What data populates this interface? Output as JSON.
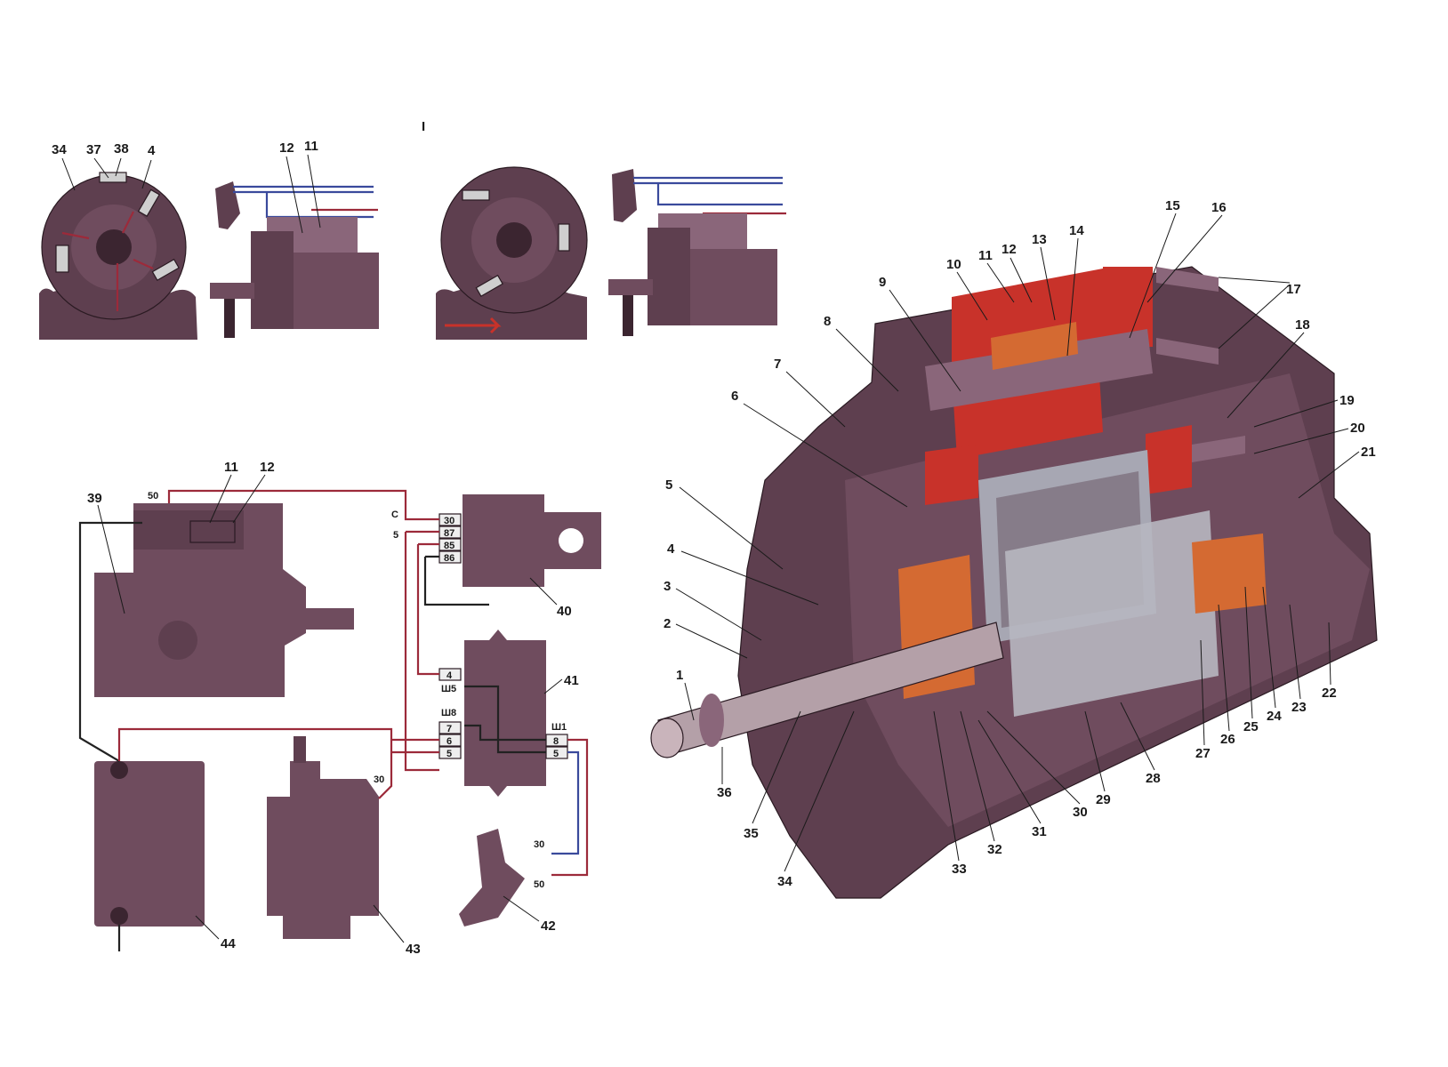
{
  "figure_mark": "I",
  "colors": {
    "housing": "#6f4c5e",
    "housing_dark": "#5e3f4f",
    "winding": "#c8322a",
    "copper": "#d46a32",
    "wire_red": "#9c2a3a",
    "wire_blue": "#3a4a9c"
  },
  "top_views": {
    "labels": [
      "34",
      "37",
      "38",
      "4",
      "12",
      "11"
    ]
  },
  "cutaway": {
    "labels": [
      "1",
      "2",
      "3",
      "4",
      "5",
      "6",
      "7",
      "8",
      "9",
      "10",
      "11",
      "12",
      "13",
      "14",
      "15",
      "16",
      "17",
      "18",
      "19",
      "20",
      "21",
      "22",
      "23",
      "24",
      "25",
      "26",
      "27",
      "28",
      "29",
      "30",
      "31",
      "32",
      "33",
      "34",
      "35",
      "36"
    ]
  },
  "circuit": {
    "labels": [
      "39",
      "11",
      "12",
      "40",
      "41",
      "42",
      "43",
      "44"
    ],
    "terminal_50": "50",
    "relay_c": "C",
    "relay_5": "5",
    "relay_pins": [
      "30",
      "87",
      "85",
      "86"
    ],
    "block_pins_left": [
      "4",
      "7",
      "6",
      "5"
    ],
    "block_pins_right": [
      "8",
      "5"
    ],
    "block_sh5": "Ш5",
    "block_sh8": "Ш8",
    "block_sh1": "Ш1",
    "gen_30": "30",
    "switch_30": "30",
    "switch_50": "50"
  }
}
